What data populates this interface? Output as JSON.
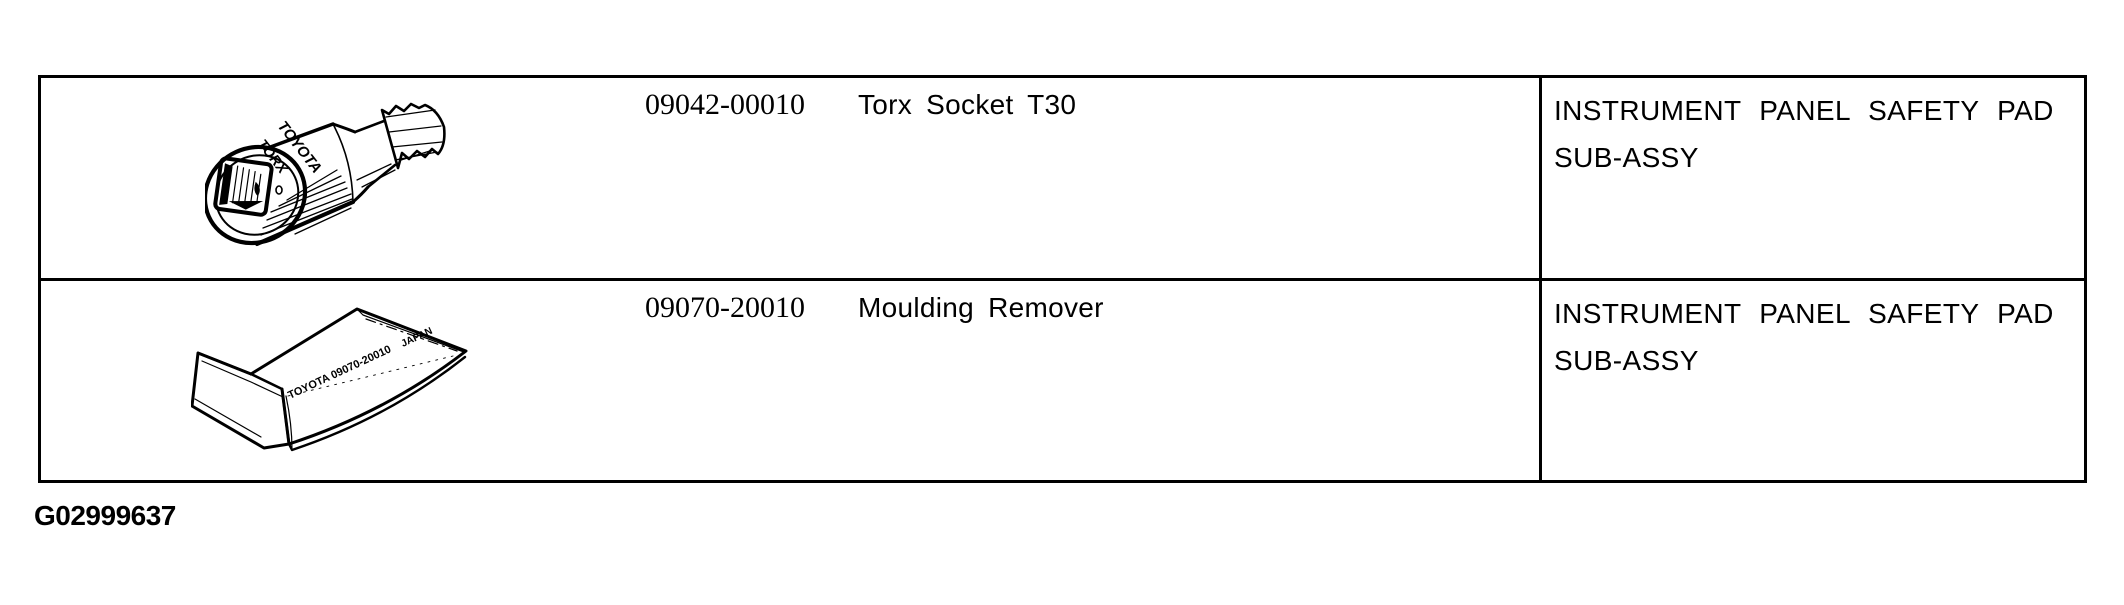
{
  "figure_id": "G02999637",
  "colors": {
    "ink": "#000000",
    "background": "#ffffff",
    "border": "#000000"
  },
  "table": {
    "rows": [
      {
        "part_number": "09042-00010",
        "description": "Torx Socket T30",
        "usage": "INSTRUMENT PANEL SAFETY PAD SUB-ASSY",
        "illustration": "torx-socket",
        "engravings": [
          "TOYOTA",
          "TORX"
        ]
      },
      {
        "part_number": "09070-20010",
        "description": "Moulding Remover",
        "usage": "INSTRUMENT PANEL SAFETY PAD SUB-ASSY",
        "illustration": "moulding-remover",
        "engravings": [
          "TOYOTA 09070-20010",
          "JAPAN"
        ]
      }
    ]
  }
}
